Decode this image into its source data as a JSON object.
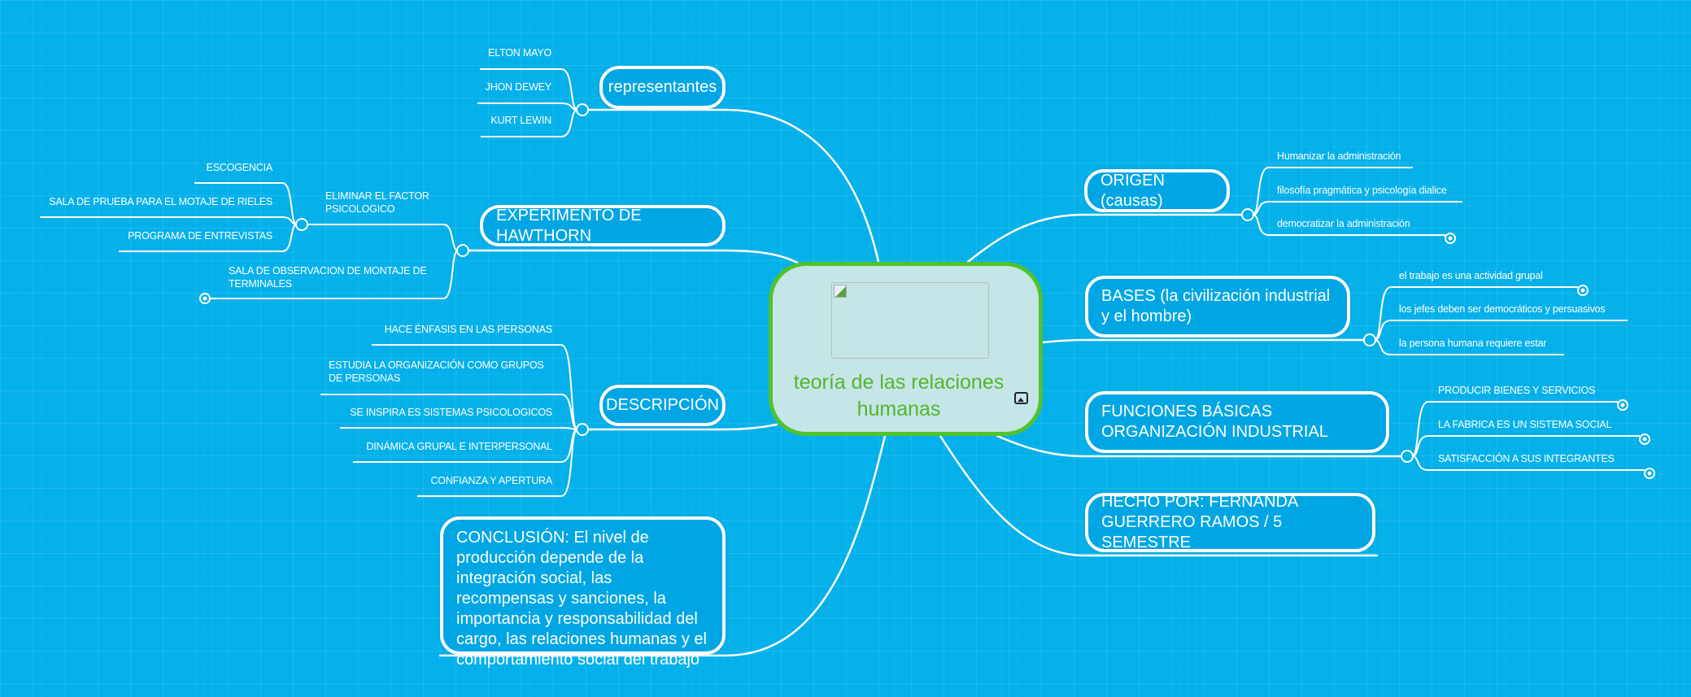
{
  "central": {
    "title": "teoría de las relaciones humanas",
    "image_icon": "image-icon"
  },
  "representantes": {
    "label": "representantes",
    "items": [
      "ELTON MAYO",
      "JHON DEWEY",
      "KURT LEWIN"
    ]
  },
  "hawthorn": {
    "label": "EXPERIMENTO DE HAWTHORN",
    "eliminar": {
      "label": "ELIMINAR EL FACTOR PSICOLOGICO",
      "items": [
        "ESCOGENCIA",
        "SALA DE PRUEBA PARA EL MOTAJE DE RIELES",
        "PROGRAMA DE ENTREVISTAS"
      ]
    },
    "sala_observacion": "SALA DE OBSERVACION DE MONTAJE DE TERMINALES"
  },
  "descripcion": {
    "label": "DESCRIPCIÓN",
    "items": [
      "HACE ÉNFASIS EN LAS PERSONAS",
      "ESTUDIA LA ORGANIZACIÓN COMO GRUPOS DE PERSONAS",
      "SE INSPIRA ES SISTEMAS PSICOLOGICOS",
      "DINÁMICA GRUPAL E INTERPERSONAL",
      "CONFIANZA Y APERTURA"
    ]
  },
  "conclusion": {
    "label": "CONCLUSIÓN: El nivel de producción depende de la integración social, las recompensas y sanciones, la importancia y responsabilidad del cargo, las relaciones humanas y el comportamiento social del trabajo"
  },
  "origen": {
    "label": "ORIGEN (causas)",
    "items": [
      "Humanizar la administración",
      "filosofía pragmática y psicología dialice",
      "democratizar la administración"
    ]
  },
  "bases": {
    "label": "BASES (la civilización industrial y el hombre)",
    "items": [
      "el trabajo es una actividad grupal",
      "los jefes deben ser democráticos y persuasivos",
      "la persona humana requiere estar"
    ]
  },
  "funciones": {
    "label": "FUNCIONES BÁSICAS ORGANIZACIÓN INDUSTRIAL",
    "items": [
      "PRODUCIR BIENES Y SERVICIOS",
      "LA FABRICA ES UN SISTEMA SOCIAL",
      "SATISFACCIÓN A SUS INTEGRANTES"
    ]
  },
  "hecho": {
    "label": "HECHO POR: FERNANDA GUERRERO RAMOS / 5 SEMESTRE"
  },
  "colors": {
    "background": "#04b0ea",
    "node": "#00a6e3",
    "central_fill": "#c4e6e6",
    "central_border": "#52c22d",
    "central_text": "#55b52f"
  }
}
